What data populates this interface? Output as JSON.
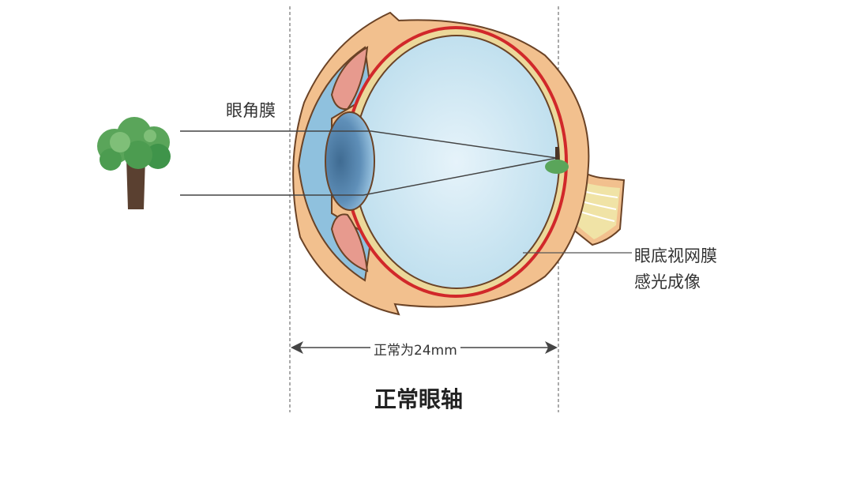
{
  "labels": {
    "cornea": "眼角膜",
    "retina_line1": "眼底视网膜",
    "retina_line2": "感光成像",
    "axis_length": "正常为24mm",
    "title": "正常眼轴"
  },
  "colors": {
    "sclera": "#f2c08e",
    "outline": "#6b4326",
    "retina_red": "#d1282a",
    "choroid": "#ecd89a",
    "vitreous": "#cde6f2",
    "lens": "#4f7fa8",
    "ciliary": "#e79a8e",
    "tree_green": "#5aa55a",
    "trunk": "#5a4030"
  }
}
